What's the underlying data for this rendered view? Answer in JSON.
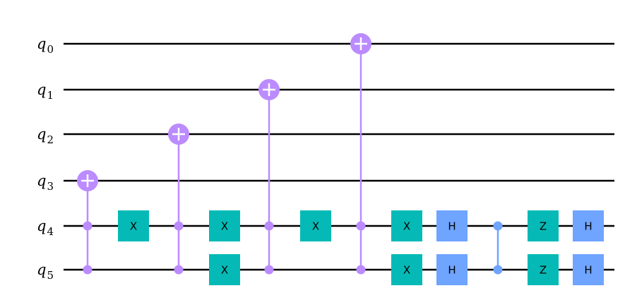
{
  "circuit": {
    "qubits": [
      {
        "label": "q",
        "index": "0"
      },
      {
        "label": "q",
        "index": "1"
      },
      {
        "label": "q",
        "index": "2"
      },
      {
        "label": "q",
        "index": "3"
      },
      {
        "label": "q",
        "index": "4"
      },
      {
        "label": "q",
        "index": "5"
      }
    ],
    "colors": {
      "cnot": "#bb8bff",
      "x_gate": "#05bab6",
      "z_gate": "#05bab6",
      "h_gate": "#6fa4ff",
      "cz": "#6fa4ff",
      "wire": "#000000"
    },
    "operations": [
      {
        "type": "cx",
        "controls": [
          4,
          5
        ],
        "target": 3,
        "step": 0
      },
      {
        "type": "x",
        "qubits": [
          4
        ],
        "label": "X",
        "step": 1
      },
      {
        "type": "cx",
        "controls": [
          4,
          5
        ],
        "target": 2,
        "step": 2
      },
      {
        "type": "x",
        "qubits": [
          4,
          5
        ],
        "label": "X",
        "step": 3
      },
      {
        "type": "cx",
        "controls": [
          4,
          5
        ],
        "target": 1,
        "step": 4
      },
      {
        "type": "x",
        "qubits": [
          4
        ],
        "label": "X",
        "step": 5
      },
      {
        "type": "cx",
        "controls": [
          4,
          5
        ],
        "target": 0,
        "step": 6
      },
      {
        "type": "x",
        "qubits": [
          4,
          5
        ],
        "label": "X",
        "step": 7
      },
      {
        "type": "h",
        "qubits": [
          4,
          5
        ],
        "label": "H",
        "step": 8
      },
      {
        "type": "cz",
        "qubits": [
          4,
          5
        ],
        "step": 9
      },
      {
        "type": "z",
        "qubits": [
          4,
          5
        ],
        "label": "Z",
        "step": 10
      },
      {
        "type": "h",
        "qubits": [
          4,
          5
        ],
        "label": "H",
        "step": 11
      }
    ]
  }
}
